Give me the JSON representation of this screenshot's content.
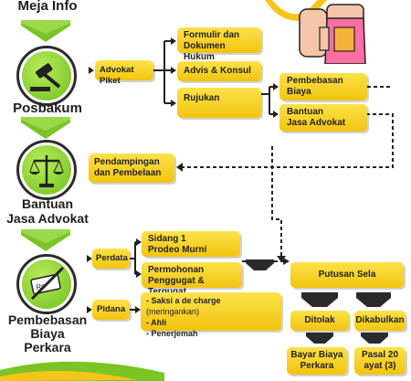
{
  "colors": {
    "box_yellow": "#f5c518",
    "arrow_green": "#7ac425",
    "line_dark": "#222222"
  },
  "left_column": {
    "meja_info": "Meja Info",
    "posbakum": "Posbakum",
    "bantuan_line1": "Bantuan",
    "bantuan_line2": "Jasa Advokat",
    "pembebasan_line1": "Pembebasan",
    "pembebasan_line2": "Biaya",
    "pembebasan_line3": "Perkara",
    "icons": [
      "gavel-icon",
      "scales-icon",
      "no-money-icon"
    ]
  },
  "boxes": {
    "advokat_piket": "Advokat Piket",
    "formulir_1": "Formulir dan",
    "formulir_2": "Dokumen Hukum",
    "advis": "Advis & Konsul",
    "rujukan": "Rujukan",
    "pembebasan_biaya_1": "Pembebasan",
    "pembebasan_biaya_2": "Biaya",
    "bantuan_advokat_1": "Bantuan",
    "bantuan_advokat_2": "Jasa Advokat",
    "pendampingan_1": "Pendampingan",
    "pendampingan_2": "dan Pembelaan",
    "perdata": "Perdata",
    "pidana": "Pidana",
    "sidang_1": "Sidang 1",
    "sidang_2": "Prodeo Murni",
    "permohonan_1": "Permohonan",
    "permohonan_2": "Penggugat & Tergugat",
    "pidana_item_1a": "- Saksi a de charge ",
    "pidana_item_1b": "(meringankan)",
    "pidana_item_2": "- Ahli",
    "pidana_item_3": "- Penerjemah",
    "putusan_sela": "Putusan Sela",
    "ditolak": "Ditolak",
    "dikabulkan": "Dikabulkan",
    "bayar_1": "Bayar Biaya",
    "bayar_2": "Perkara",
    "pasal_1": "Pasal 20",
    "pasal_2": "ayat (3)"
  }
}
